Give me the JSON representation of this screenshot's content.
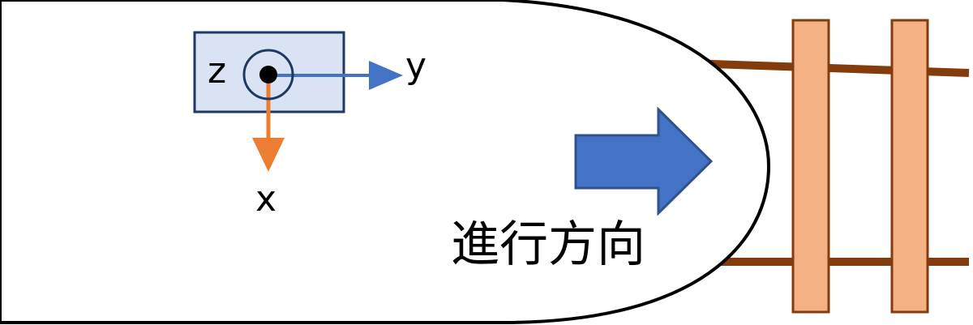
{
  "axes": {
    "z_label": "z",
    "y_label": "y",
    "x_label": "x"
  },
  "direction_label": "進行方向",
  "colors": {
    "sensor_fill": "#dae3f3",
    "sensor_stroke": "#1f3864",
    "y_axis": "#4472c4",
    "x_axis": "#ed7d31",
    "direction_arrow": "#4472c4",
    "direction_arrow_stroke": "#2f528f",
    "rail": "#843c0c",
    "sleeper_fill": "#f4b183",
    "sleeper_stroke": "#843c0c"
  }
}
